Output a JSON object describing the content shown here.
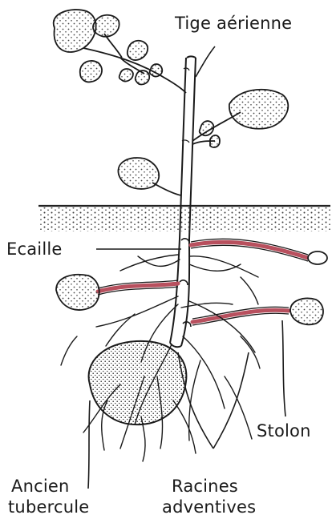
{
  "labels": {
    "aerial_stem": "Tige aérienne",
    "scale": "Ecaille",
    "stolon": "Stolon",
    "old_tuber_line1": "Ancien",
    "old_tuber_line2": "tubercule",
    "roots_line1": "Racines",
    "roots_line2": "adventives"
  },
  "colors": {
    "ink": "#1a1a1a",
    "stolon": "#b8505e",
    "stipple": "#444444"
  }
}
